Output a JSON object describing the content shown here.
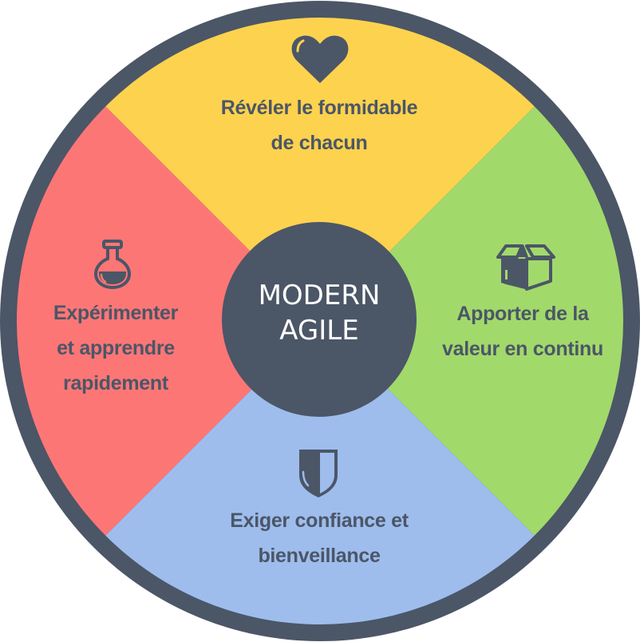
{
  "diagram": {
    "title_lines": [
      "MODERN",
      "AGILE"
    ],
    "colors": {
      "ring": "#4B5667",
      "center": "#4B5667",
      "top": "#FDD24E",
      "left": "#FD7676",
      "right": "#A2D96B",
      "bottom": "#9EBDEC",
      "text": "#4B5667",
      "center_text": "#FFFFFF"
    },
    "segments": [
      {
        "position": "top",
        "icon": "heart-icon",
        "lines": [
          "Révéler le formidable",
          "de chacun"
        ]
      },
      {
        "position": "left",
        "icon": "flask-icon",
        "lines": [
          "Expérimenter",
          "et apprendre",
          "rapidement"
        ]
      },
      {
        "position": "right",
        "icon": "box-icon",
        "lines": [
          "Apporter de la",
          "valeur en continu"
        ]
      },
      {
        "position": "bottom",
        "icon": "shield-icon",
        "lines": [
          "Exiger confiance et",
          "bienveillance"
        ]
      }
    ]
  }
}
